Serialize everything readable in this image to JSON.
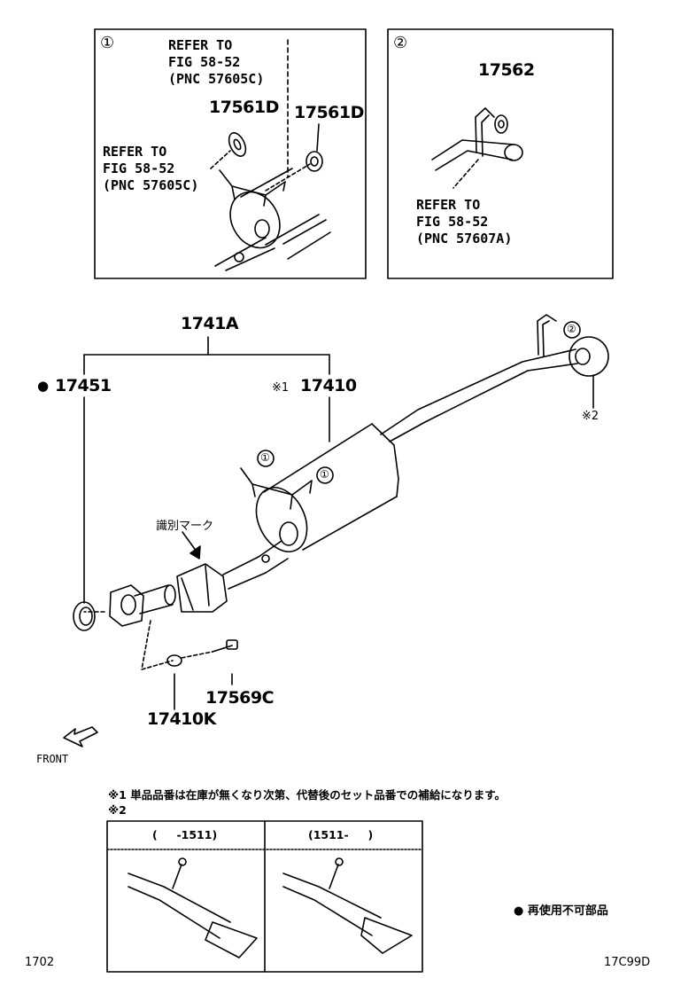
{
  "inset1": {
    "marker": "①",
    "refer_a": [
      "REFER TO",
      "FIG 58-52",
      "(PNC 57605C)"
    ],
    "refer_b": [
      "REFER TO",
      "FIG 58-52",
      "(PNC 57605C)"
    ],
    "part_left": "17561D",
    "part_right": "17561D"
  },
  "inset2": {
    "marker": "②",
    "part": "17562",
    "refer": [
      "REFER TO",
      "FIG 58-52",
      "(PNC 57607A)"
    ]
  },
  "main": {
    "assembly": "1741A",
    "gasket_dot": "●",
    "gasket": "17451",
    "muffler_mark": "※1",
    "muffler": "17410",
    "tail_callout": "※2",
    "ident_mark": "識別マーク",
    "callout_1a": "①",
    "callout_1b": "①",
    "callout_2": "②",
    "spring": "17410K",
    "bolt": "17569C",
    "front": "FRONT"
  },
  "notes": {
    "note1": "※1 単品品番は在庫が無くなり次第、代替後のセット品番での補給になります。",
    "note2": "※2",
    "col1": "(     -1511)",
    "col2": "(1511-     )",
    "legend": "● 再使用不可部品"
  },
  "footer": {
    "left": "1702",
    "right": "17C99D"
  }
}
